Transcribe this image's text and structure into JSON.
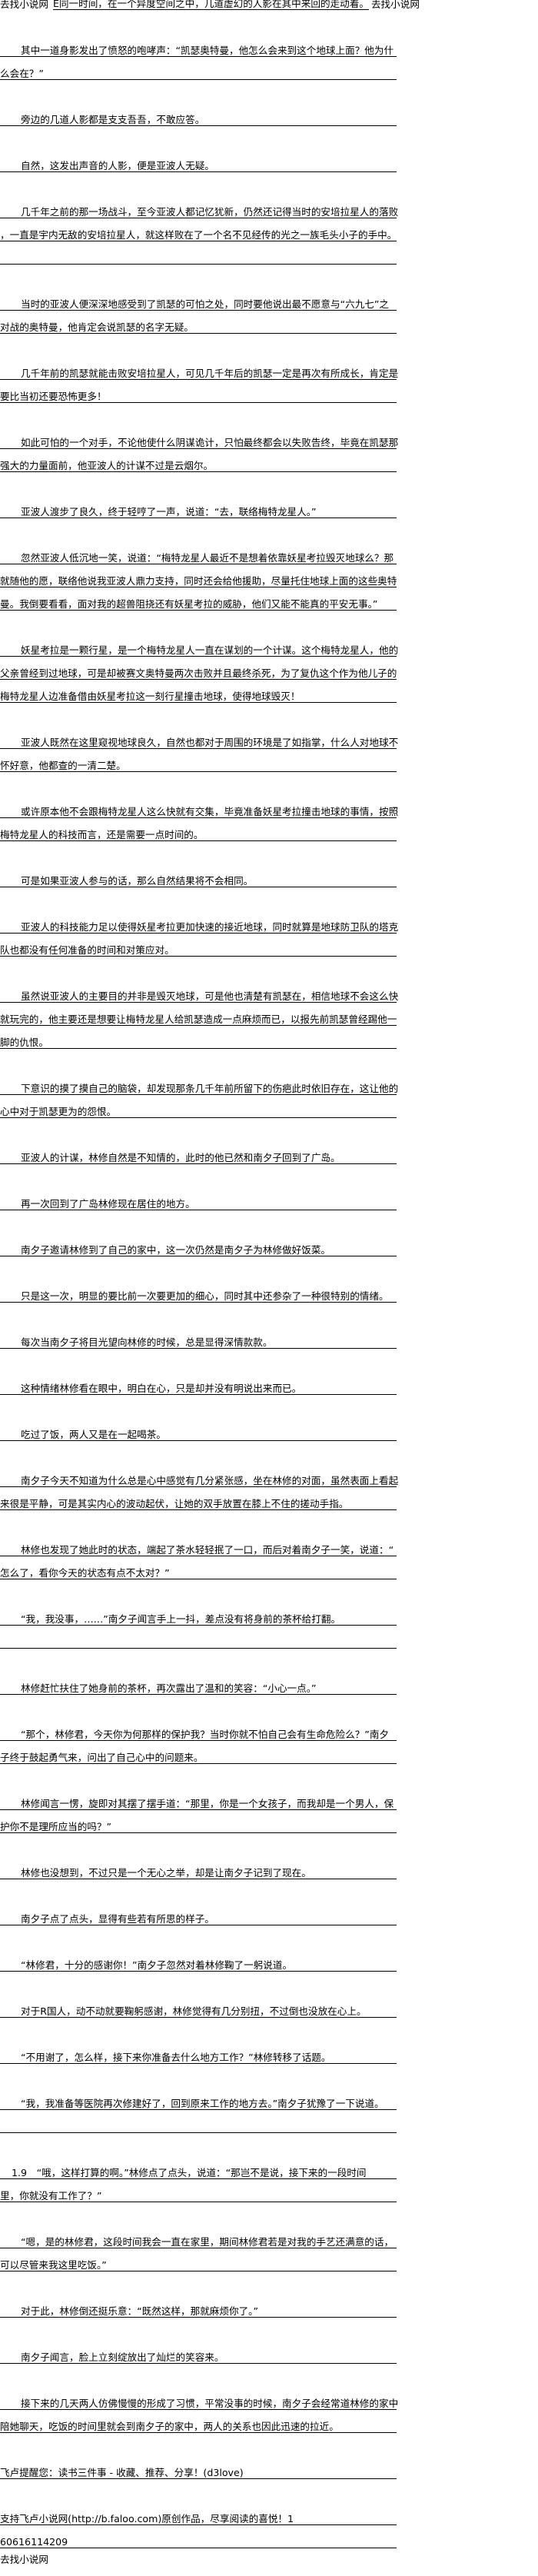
{
  "header": {
    "site_left": "去找小说网",
    "first_line": "E同一时间，在一个异度空间之中，几道虚幻的人影在其中来回的走动着。",
    "site_right": "去找小说网"
  },
  "paragraphs": [
    {
      "lines": [
        "其中一道身影发出了愤怒的咆哮声：“凯瑟奥特曼，他怎么会来到这个地球上面？他为什",
        "么会在？”"
      ]
    },
    {
      "lines": [
        "旁边的几道人影都是支支吾吾，不敢应答。"
      ]
    },
    {
      "lines": [
        "自然，这发出声音的人影，便是亚波人无疑。"
      ]
    },
    {
      "lines": [
        "几千年之前的那一场战斗，至今亚波人都记忆犹新，仍然还记得当时的安培拉星人的落败",
        "，一直是宇内无敌的安培拉星人，就这样败在了一个名不见经传的光之一族毛头小子的手中。"
      ],
      "extra_rule": true
    },
    {
      "lines": [
        "当时的亚波人便深深地感受到了凯瑟的可怕之处，同时要他说出最不愿意与“六九七”之",
        "对战的奥特曼，他肯定会说凯瑟的名字无疑。"
      ]
    },
    {
      "lines": [
        "几千年前的凯瑟就能击败安培拉星人，可见几千年后的凯瑟一定是再次有所成长，肯定是",
        "要比当初还要恐怖更多！"
      ]
    },
    {
      "lines": [
        "如此可怕的一个对手，不论他使什么阴谋诡计，只怕最终都会以失败告终，毕竟在凯瑟那",
        "强大的力量面前，他亚波人的计谋不过是云烟尔。"
      ]
    },
    {
      "lines": [
        "亚波人渡步了良久，终于轻哼了一声，说道：“去，联络梅特龙星人。”"
      ]
    },
    {
      "lines": [
        "忽然亚波人低沉地一笑，说道：“梅特龙星人最近不是想着依靠妖星考拉毁灭地球么？那",
        "就随他的愿，联络他说我亚波人鼎力支持，同时还会给他援助，尽量托住地球上面的这些奥特",
        "曼。我倒要看看，面对我的超兽阻挠还有妖星考拉的威胁，他们又能不能真的平安无事。”"
      ]
    },
    {
      "lines": [
        "妖星考拉是一颗行星，是一个梅特龙星人一直在谋划的一个计谋。这个梅特龙星人，他的",
        "父亲曾经到过地球，可是却被赛文奥特曼两次击败并且最终杀死，为了复仇这个作为他儿子的",
        "梅特龙星人边准备借由妖星考拉这一刻行星撞击地球，使得地球毁灭！"
      ]
    },
    {
      "lines": [
        "亚波人既然在这里窥视地球良久，自然也都对于周围的环境是了如指掌，什么人对地球不",
        "怀好意，他都查的一清二楚。"
      ]
    },
    {
      "lines": [
        "或许原本他不会跟梅特龙星人这么快就有交集，毕竟准备妖星考拉撞击地球的事情，按照",
        "梅特龙星人的科技而言，还是需要一点时间的。"
      ]
    },
    {
      "lines": [
        "可是如果亚波人参与的话，那么自然结果将不会相同。"
      ]
    },
    {
      "lines": [
        "亚波人的科技能力足以使得妖星考拉更加快速的接近地球，同时就算是地球防卫队的塔克",
        "队也都没有任何准备的时间和对策应对。"
      ]
    },
    {
      "lines": [
        "虽然说亚波人的主要目的并非是毁灭地球，可是他也清楚有凯瑟在，相信地球不会这么快",
        "就玩完的，他主要还是想要让梅特龙星人给凯瑟造成一点麻烦而已，以报先前凯瑟曾经踢他一",
        "脚的仇恨。"
      ]
    },
    {
      "lines": [
        "下意识的摸了摸自己的脑袋，却发现那条几千年前所留下的伤疤此时依旧存在，这让他的",
        "心中对于凯瑟更为的怨恨。"
      ]
    },
    {
      "lines": [
        "亚波人的计谋，林修自然是不知情的，此时的他已然和南夕子回到了广岛。"
      ]
    },
    {
      "lines": [
        "再一次回到了广岛林修现在居住的地方。"
      ]
    },
    {
      "lines": [
        "南夕子邀请林修到了自己的家中，这一次仍然是南夕子为林修做好饭菜。"
      ]
    },
    {
      "lines": [
        "只是这一次，明显的要比前一次要更加的细心，同时其中还参杂了一种很特别的情绪。"
      ]
    },
    {
      "lines": [
        "每次当南夕子将目光望向林修的时候，总是显得深情款款。"
      ]
    },
    {
      "lines": [
        "这种情绪林修看在眼中，明白在心，只是却并没有明说出来而已。"
      ]
    },
    {
      "lines": [
        "吃过了饭，两人又是在一起喝茶。"
      ]
    },
    {
      "lines": [
        "南夕子今天不知道为什么总是心中感觉有几分紧张感，坐在林修的对面，虽然表面上看起",
        "来很是平静，可是其实内心的波动起伏，让她的双手放置在膝上不住的搓动手指。"
      ]
    },
    {
      "lines": [
        "林修也发现了她此时的状态，端起了茶水轻轻抿了一口，而后对着南夕子一笑，说道：“",
        "怎么了，看你今天的状态有点不太对？”"
      ]
    },
    {
      "lines": [
        "“我，我没事，……”南夕子闻言手上一抖，差点没有将身前的茶杯给打翻。"
      ],
      "extra_rule": true
    },
    {
      "lines": [
        "林修赶忙扶住了她身前的茶杯，再次露出了温和的笑容：“小心一点。”"
      ]
    },
    {
      "lines": [
        "“那个，林修君，今天你为何那样的保护我？当时你就不怕自己会有生命危险么？”南夕",
        "子终于鼓起勇气来，问出了自己心中的问题来。"
      ]
    },
    {
      "lines": [
        "林修闻言一愣，旋即对其摆了摆手道：“那里，你是一个女孩子，而我却是一个男人，保",
        "护你不是理所应当的吗？”"
      ]
    },
    {
      "lines": [
        "林修也没想到，不过只是一个无心之举，却是让南夕子记到了现在。"
      ]
    },
    {
      "lines": [
        "南夕子点了点头，显得有些若有所思的样子。"
      ]
    },
    {
      "lines": [
        "“林修君，十分的感谢你！”南夕子忽然对着林修鞠了一躬说道。"
      ]
    },
    {
      "lines": [
        "对于R国人，动不动就要鞠躬感谢，林修觉得有几分别扭，不过倒也没放在心上。"
      ]
    },
    {
      "lines": [
        "“不用谢了，怎么样，接下来你准备去什么地方工作？”林修转移了话题。"
      ]
    },
    {
      "lines": [
        "“我，我准备等医院再次修建好了，回到原来工作的地方去。”南夕子犹豫了一下说道。"
      ],
      "extra_rule": true
    },
    {
      "lines": [
        "1.9　“哦，这样打算的啊。”林修点了点头，说道：“那岂不是说，接下来的一段时间",
        "里，你就没有工作了？”"
      ],
      "small_indent": true
    },
    {
      "lines": [
        "“嗯，是的林修君，这段时间我会一直在家里，期间林修君若是对我的手艺还满意的话，",
        "可以尽管来我这里吃饭。”"
      ]
    },
    {
      "lines": [
        "对于此，林修倒还挺乐意：“既然这样，那就麻烦你了。”"
      ]
    },
    {
      "lines": [
        "南夕子闻言，脸上立刻绽放出了灿烂的笑容来。"
      ]
    },
    {
      "lines": [
        "接下来的几天两人仿佛慢慢的形成了习惯，平常没事的时候，南夕子会经常道林修的家中",
        "陪她聊天，吃饭的时间里就会到南夕子的家中，两人的关系也因此迅速的拉近。"
      ]
    }
  ],
  "footer": {
    "reminder": "飞卢提醒您：读书三件事 - 收藏、推荐、分享！(d3love)",
    "support_line": "支持飞卢小说网(http://b.faloo.com)原创作品，尽享阅读的喜悦！1",
    "number_line": "60616114209",
    "site_name": "去找小说网"
  }
}
